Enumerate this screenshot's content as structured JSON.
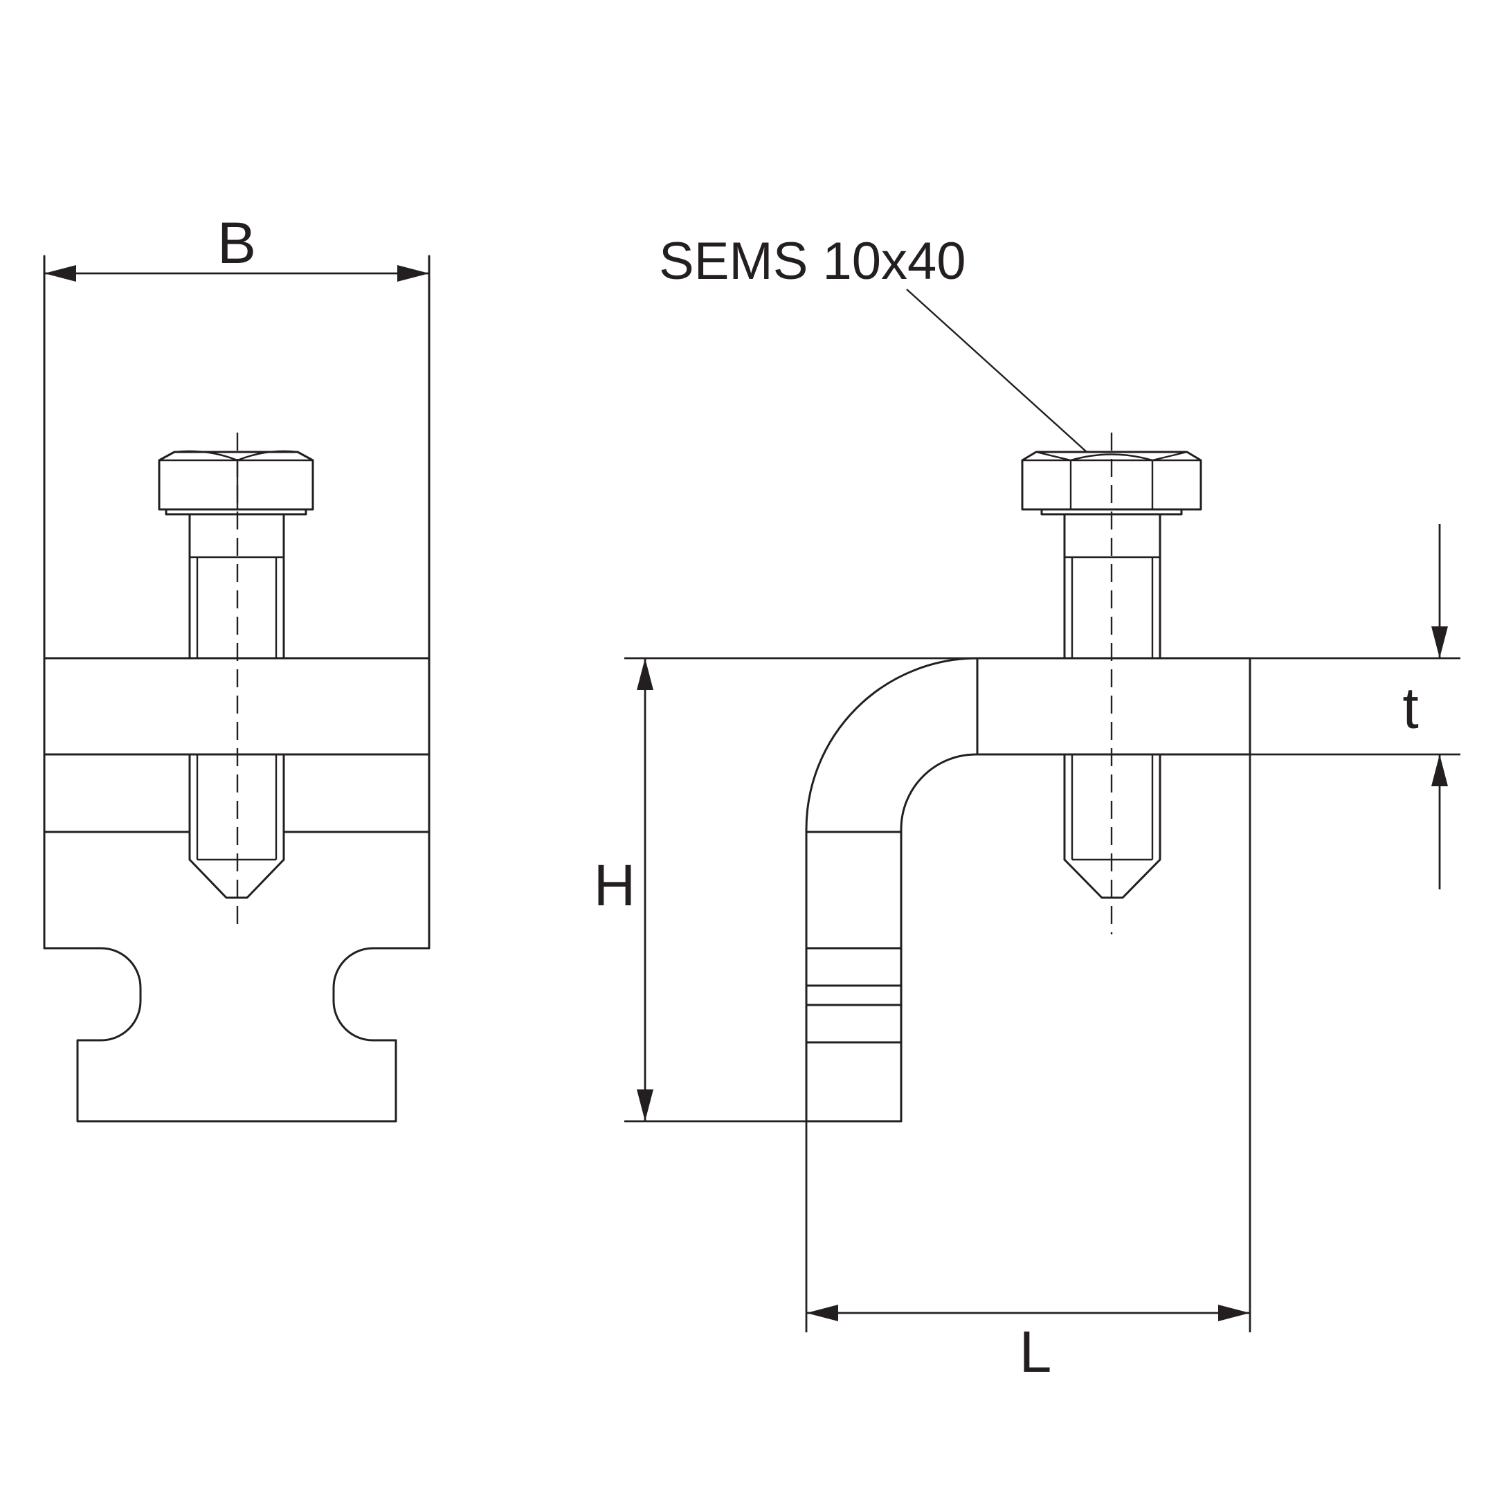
{
  "callout": {
    "text": "SEMS 10x40"
  },
  "dimensions": {
    "B": "B",
    "H": "H",
    "L": "L",
    "t": "t"
  }
}
